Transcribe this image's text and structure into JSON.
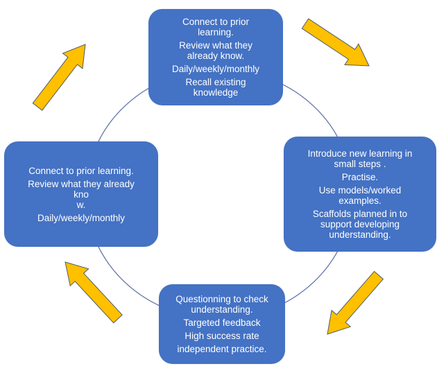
{
  "diagram": {
    "type": "cycle",
    "colors": {
      "box_fill": "#4472c4",
      "box_text": "#ffffff",
      "arrow_fill": "#ffc000",
      "arrow_stroke": "#505a6a",
      "cycle_line": "#5b6ea0"
    },
    "steps": [
      {
        "id": "top",
        "paragraphs": [
          "Connect to prior\nlearning.",
          "Review what  they\nalready know.",
          "Daily/weekly/monthly",
          "Recall existing\nknowledge"
        ]
      },
      {
        "id": "right",
        "paragraphs": [
          "Introduce new learning in\nsmall steps .",
          "Practise.",
          "Use models/worked\nexamples.",
          "Scaffolds planned in to\nsupport developing\nunderstanding."
        ]
      },
      {
        "id": "bottom",
        "paragraphs": [
          "Questionning to check\nunderstanding.",
          "Targeted feedback",
          "High success rate",
          "independent practice."
        ]
      },
      {
        "id": "left",
        "paragraphs": [
          "Connect to prior learning.",
          "Review what  they already\nkno\nw.",
          "Daily/weekly/monthly"
        ]
      }
    ],
    "arrows": [
      {
        "name": "arrow-top-right",
        "direction": "down-right"
      },
      {
        "name": "arrow-bottom-right",
        "direction": "down-left"
      },
      {
        "name": "arrow-bottom-left",
        "direction": "up-left"
      },
      {
        "name": "arrow-top-left",
        "direction": "up-right"
      }
    ]
  }
}
